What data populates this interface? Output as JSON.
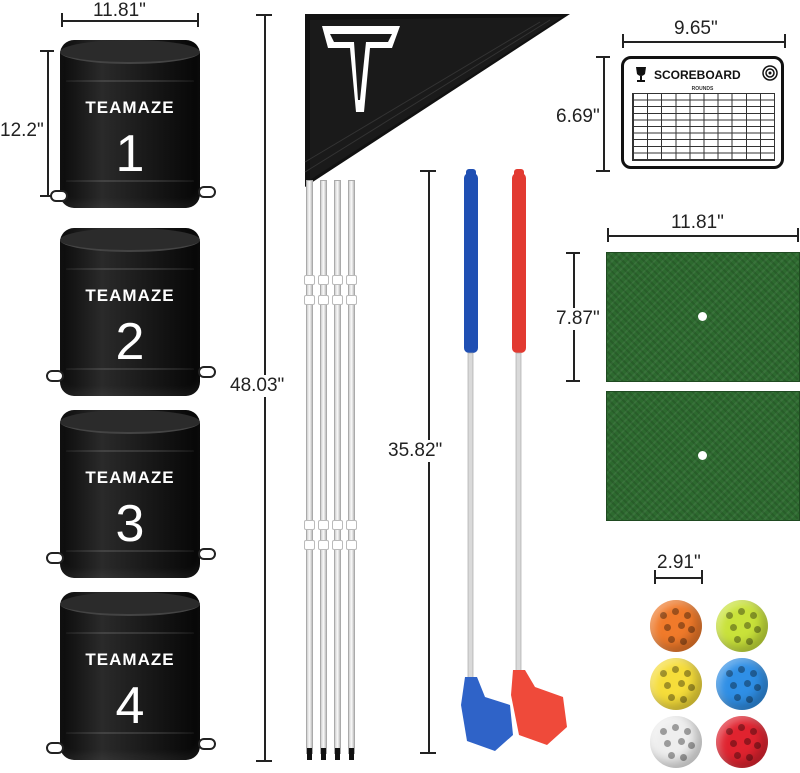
{
  "brand": "TEAMAZE",
  "bins": [
    {
      "number": "1"
    },
    {
      "number": "2"
    },
    {
      "number": "3"
    },
    {
      "number": "4"
    }
  ],
  "dimensions": {
    "bin_width": "11.81\"",
    "bin_height": "12.2\"",
    "flag_height": "48.03\"",
    "club_height": "35.82\"",
    "scoreboard_width": "9.65\"",
    "scoreboard_height": "6.69\"",
    "mat_width": "11.81\"",
    "mat_height": "7.87\"",
    "ball_diameter": "2.91\""
  },
  "scoreboard": {
    "title": "SCOREBOARD",
    "rounds_label": "ROUNDS"
  },
  "flag_logo": "T",
  "colors": {
    "club_left": "#1f4fb3",
    "club_right": "#e8372c",
    "balls": [
      "#f07a2a",
      "#c9e23a",
      "#f6dd3a",
      "#2f8fe6",
      "#eeeeee",
      "#e0232f"
    ]
  }
}
